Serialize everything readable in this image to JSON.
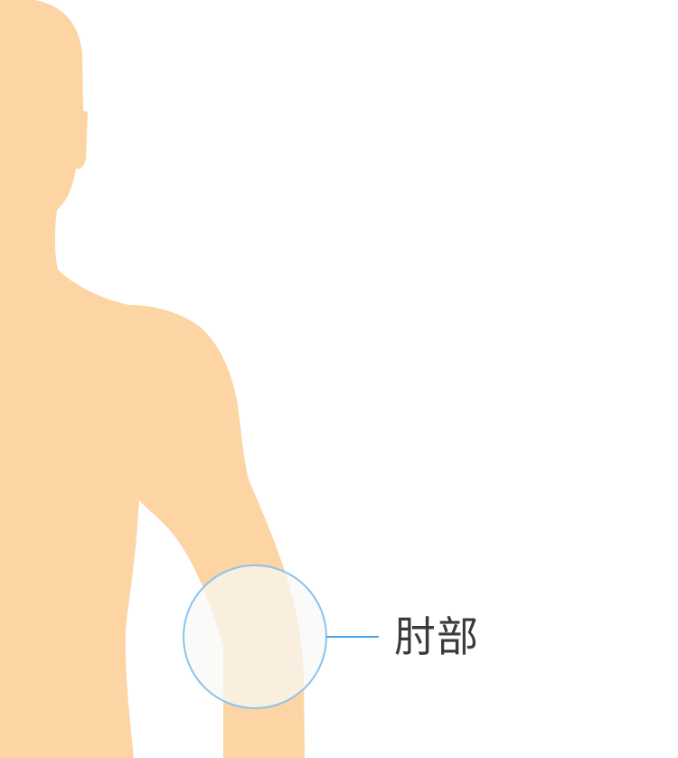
{
  "colors": {
    "skin": "#FDD4A3",
    "highlight_fill": "#F8F8F6",
    "highlight_stroke": "#8CC3EC",
    "leader_line": "#4DA3E8",
    "label_text": "#3A3A3A"
  },
  "callout": {
    "label": "肘部",
    "target": "elbow",
    "icon": "highlight-circle"
  }
}
